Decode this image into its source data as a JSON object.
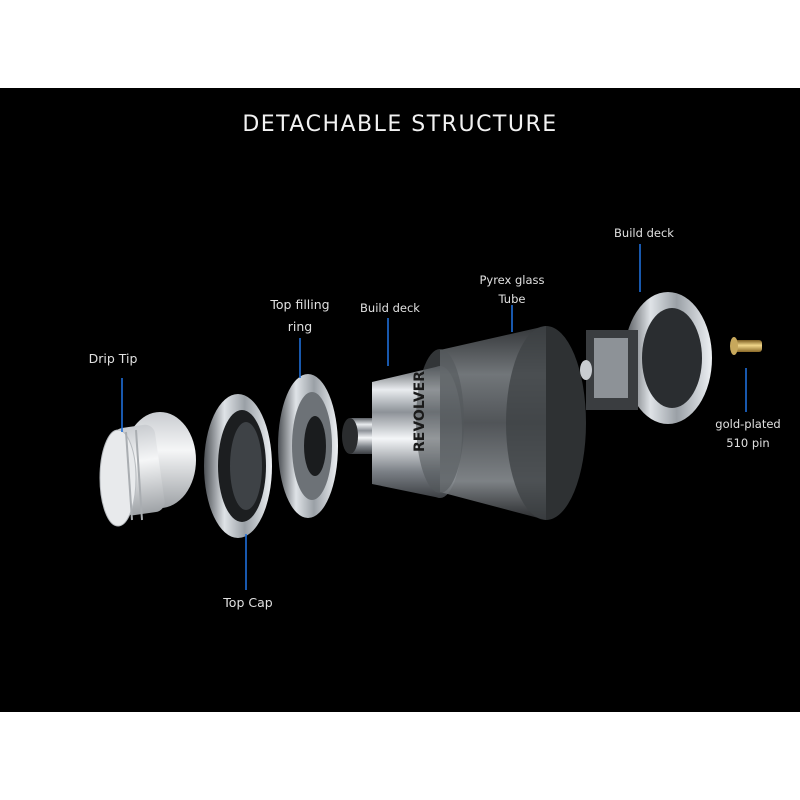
{
  "title": "DETACHABLE STRUCTURE",
  "labels": {
    "drip_tip": "Drip Tip",
    "top_cap": "Top Cap",
    "top_filling_ring_line1": "Top filling",
    "top_filling_ring_line2": "ring",
    "build_deck_center": "Build deck",
    "pyrex_line1": "Pyrex glass",
    "pyrex_line2": "Tube",
    "build_deck_right": "Build deck",
    "pin_line1": "gold-plated",
    "pin_line2": "510 pin"
  },
  "brand_engraving": "REVOLVER",
  "colors": {
    "background": "#000000",
    "page": "#ffffff",
    "text": "#e0e0e0",
    "leader": "#1e6fd9"
  }
}
